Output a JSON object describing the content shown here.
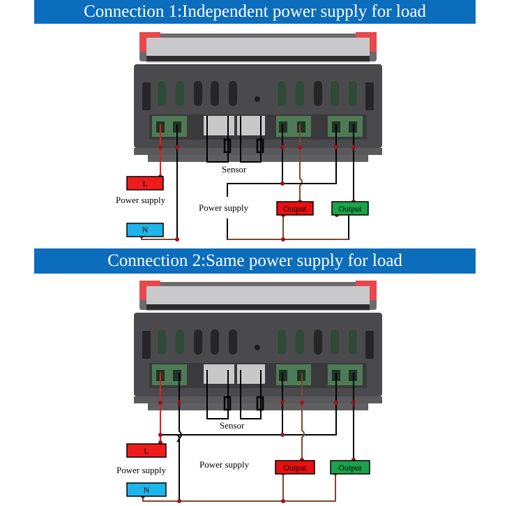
{
  "sections": [
    {
      "title": "Connection 1:Independent power supply for load",
      "sensor_label": "Sensor",
      "left_power_label": "Power supply",
      "right_power_label": "Power supply",
      "l_label": "L",
      "n_label": "N",
      "output1_label": "Output",
      "output2_label": "Output"
    },
    {
      "title": "Connection 2:Same power supply for load",
      "sensor_label": "Sensor",
      "left_power_label": "Power supply",
      "right_power_label": "Power supply",
      "l_label": "L",
      "n_label": "N",
      "output1_label": "Output",
      "output2_label": "Output"
    }
  ],
  "colors": {
    "banner": "#0b6dbb",
    "live": "#ee1c1c",
    "neutral": "#1fb4ea",
    "output_red": "#e81010",
    "output_green": "#1aa34a",
    "wire_black": "#000000",
    "wire_brown": "#7a4a2a",
    "wire_red": "#e0201a",
    "node": "#a0121e",
    "device_body": "#4a4a4c",
    "terminal_green": "#4e7a55"
  }
}
